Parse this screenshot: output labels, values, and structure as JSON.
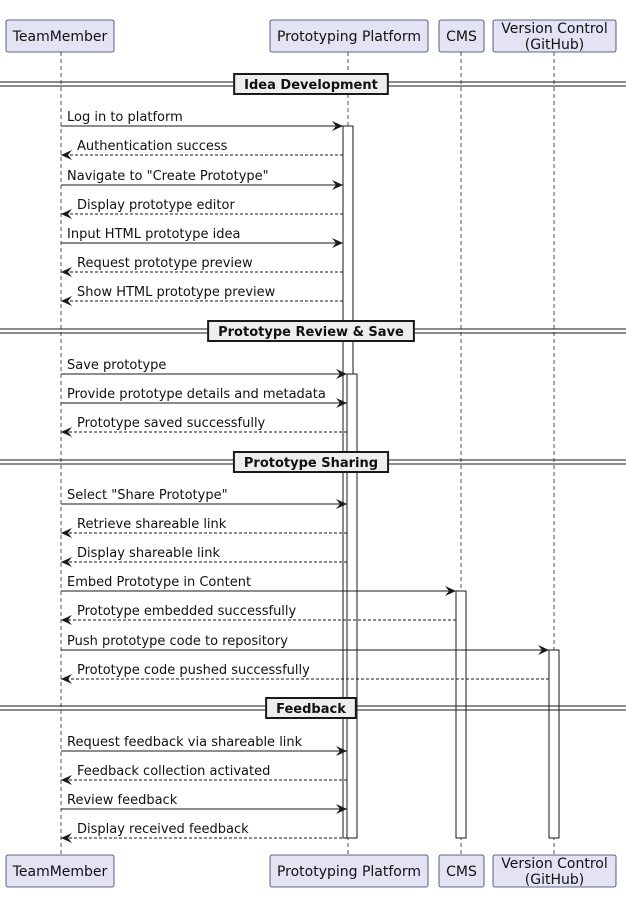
{
  "participants": [
    {
      "id": "tm",
      "lines": [
        "TeamMember"
      ]
    },
    {
      "id": "pp",
      "lines": [
        "Prototyping Platform"
      ]
    },
    {
      "id": "cms",
      "lines": [
        "CMS"
      ]
    },
    {
      "id": "vc",
      "lines": [
        "Version Control",
        "(GitHub)"
      ]
    }
  ],
  "sequence": [
    {
      "kind": "divider",
      "label": "Idea Development"
    },
    {
      "kind": "message",
      "from": "tm",
      "to": "pp",
      "reply": false,
      "label": "Log in to platform"
    },
    {
      "kind": "message",
      "from": "pp",
      "to": "tm",
      "reply": true,
      "label": "Authentication success"
    },
    {
      "kind": "message",
      "from": "tm",
      "to": "pp",
      "reply": false,
      "label": "Navigate to \"Create Prototype\""
    },
    {
      "kind": "message",
      "from": "pp",
      "to": "tm",
      "reply": true,
      "label": "Display prototype editor"
    },
    {
      "kind": "message",
      "from": "tm",
      "to": "pp",
      "reply": false,
      "label": "Input HTML prototype idea"
    },
    {
      "kind": "message",
      "from": "pp",
      "to": "tm",
      "reply": true,
      "label": "Request prototype preview"
    },
    {
      "kind": "message",
      "from": "pp",
      "to": "tm",
      "reply": true,
      "label": "Show HTML prototype preview"
    },
    {
      "kind": "divider",
      "label": "Prototype Review & Save"
    },
    {
      "kind": "message",
      "from": "tm",
      "to": "pp",
      "reply": false,
      "label": "Save prototype"
    },
    {
      "kind": "message",
      "from": "tm",
      "to": "pp",
      "reply": false,
      "label": "Provide prototype details and metadata"
    },
    {
      "kind": "message",
      "from": "pp",
      "to": "tm",
      "reply": true,
      "label": "Prototype saved successfully"
    },
    {
      "kind": "divider",
      "label": "Prototype Sharing"
    },
    {
      "kind": "message",
      "from": "tm",
      "to": "pp",
      "reply": false,
      "label": "Select \"Share Prototype\""
    },
    {
      "kind": "message",
      "from": "pp",
      "to": "tm",
      "reply": true,
      "label": "Retrieve shareable link"
    },
    {
      "kind": "message",
      "from": "pp",
      "to": "tm",
      "reply": true,
      "label": "Display shareable link"
    },
    {
      "kind": "message",
      "from": "tm",
      "to": "cms",
      "reply": false,
      "label": "Embed Prototype in Content"
    },
    {
      "kind": "message",
      "from": "cms",
      "to": "tm",
      "reply": true,
      "label": "Prototype embedded successfully"
    },
    {
      "kind": "message",
      "from": "tm",
      "to": "vc",
      "reply": false,
      "label": "Push prototype code to repository"
    },
    {
      "kind": "message",
      "from": "vc",
      "to": "tm",
      "reply": true,
      "label": "Prototype code pushed successfully"
    },
    {
      "kind": "divider",
      "label": "Feedback"
    },
    {
      "kind": "message",
      "from": "tm",
      "to": "pp",
      "reply": false,
      "label": "Request feedback via shareable link"
    },
    {
      "kind": "message",
      "from": "pp",
      "to": "tm",
      "reply": true,
      "label": "Feedback collection activated"
    },
    {
      "kind": "message",
      "from": "tm",
      "to": "pp",
      "reply": false,
      "label": "Review feedback"
    },
    {
      "kind": "message",
      "from": "pp",
      "to": "tm",
      "reply": true,
      "label": "Display received feedback"
    }
  ],
  "activations": [
    {
      "participant": "pp",
      "from_step": 1,
      "to_step": 24
    },
    {
      "participant": "pp",
      "from_step": 9,
      "to_step": 24
    },
    {
      "participant": "cms",
      "from_step": 16,
      "to_step": 24
    },
    {
      "participant": "vc",
      "from_step": 18,
      "to_step": 24
    }
  ]
}
